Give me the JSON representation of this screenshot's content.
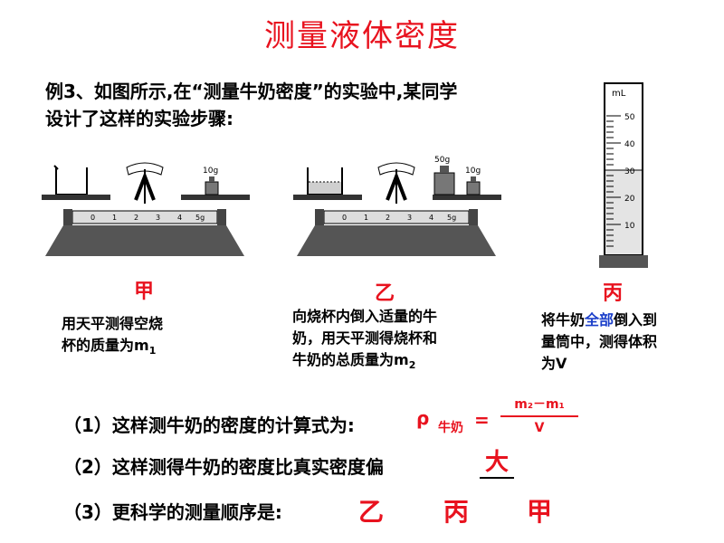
{
  "title": "测量液体密度",
  "intro": {
    "line1": "例3、如图所示,在“测量牛奶密度”的实验中,某同学",
    "line2": "设计了这样的实验步骤:"
  },
  "figures": {
    "jia": {
      "label": "甲",
      "weight_label": "10g",
      "caption_line1": "用天平测得空烧",
      "caption_line2": "杯的质量为m",
      "caption_sub": "1"
    },
    "yi": {
      "label": "乙",
      "weight1_label": "50g",
      "weight2_label": "10g",
      "caption_line1": "向烧杯内倒入适量的牛",
      "caption_line2": "奶，用天平测得烧杯和",
      "caption_line3": "牛奶的总质量为m",
      "caption_sub": "2"
    },
    "bing": {
      "label": "丙",
      "cylinder_unit": "mL",
      "ticks": [
        "50",
        "40",
        "30",
        "20",
        "10"
      ],
      "caption_pre": "将牛奶",
      "caption_emph": "全部",
      "caption_post": "倒入到",
      "caption_line2": "量筒中，测得体积",
      "caption_line3": "为V"
    },
    "scale_ticks": [
      "0",
      "1",
      "2",
      "3",
      "4",
      "5g"
    ],
    "colors": {
      "title_red": "#e8121e",
      "emphasis_blue": "#1a3ec9"
    }
  },
  "questions": {
    "q1": {
      "prefix": "（1）这样测牛奶的密度的计算式为:",
      "rho": "ρ",
      "subscript": "牛奶",
      "equals": "=",
      "numerator": "m₂－m₁",
      "denominator": "V"
    },
    "q2": {
      "prefix": "（2）这样测得牛奶的密度比真实密度偏",
      "answer": "大"
    },
    "q3": {
      "prefix": "（3）更科学的测量顺序是:",
      "answers": [
        "乙",
        "丙",
        "甲"
      ]
    }
  }
}
